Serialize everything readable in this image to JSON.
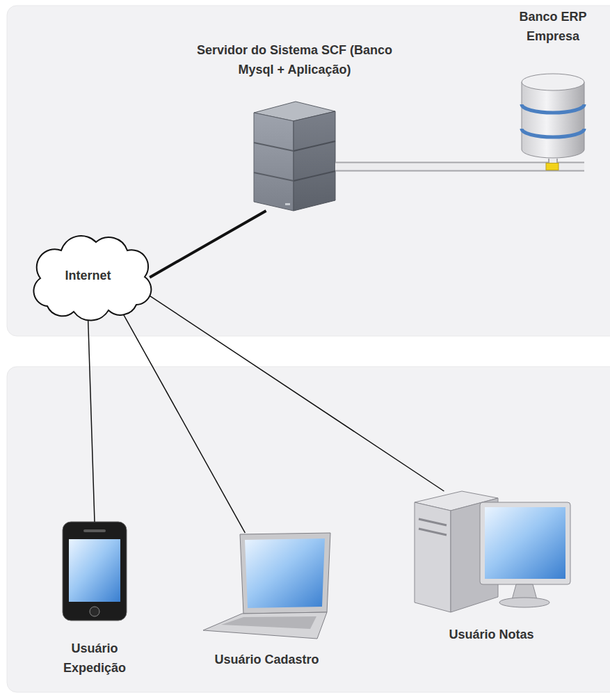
{
  "diagram": {
    "nodes": [
      {
        "text": [
          "Servidor do Sistema SCF (Banco Mysql + Aplicação)"
        ]
      },
      {
        "text": [
          "Banco ERP Empresa"
        ]
      },
      {
        "text": [
          "Internet"
        ]
      },
      {
        "text": [
          "Usuário Expedição"
        ]
      },
      {
        "text": [
          "Usuário Cadastro"
        ]
      },
      {
        "text": [
          "Usuário Notas"
        ]
      }
    ],
    "edges": [
      {
        "from": 0,
        "to": 1,
        "arrow": "none"
      },
      {
        "from": 2,
        "to": 0,
        "arrow": "none"
      },
      {
        "from": 2,
        "to": 3,
        "arrow": "none"
      },
      {
        "from": 2,
        "to": 4,
        "arrow": "none"
      },
      {
        "from": 2,
        "to": 5,
        "arrow": "none"
      }
    ]
  }
}
